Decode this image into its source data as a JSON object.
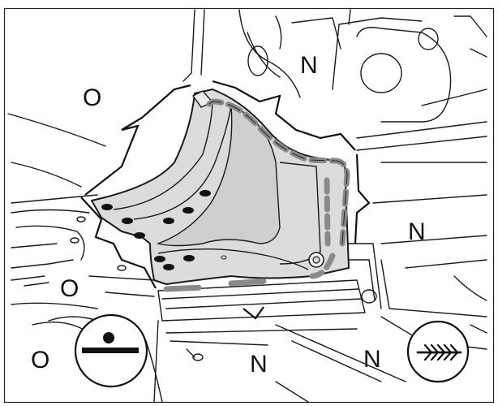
{
  "labels": {
    "o_top_left": "O",
    "o_mid_left": "O",
    "o_bottom_left": "O",
    "n_top": "N",
    "n_right": "N",
    "n_bottom_center": "N",
    "n_bottom_right": "N"
  },
  "icons": {
    "left": "spot-weld-symbol-icon",
    "right": "seam-weld-symbol-icon"
  },
  "colors": {
    "part_fill": "#dcdcdc",
    "weld_mark": "#8a8a8a",
    "spot_weld": "#111111",
    "line": "#1a1a1a"
  }
}
